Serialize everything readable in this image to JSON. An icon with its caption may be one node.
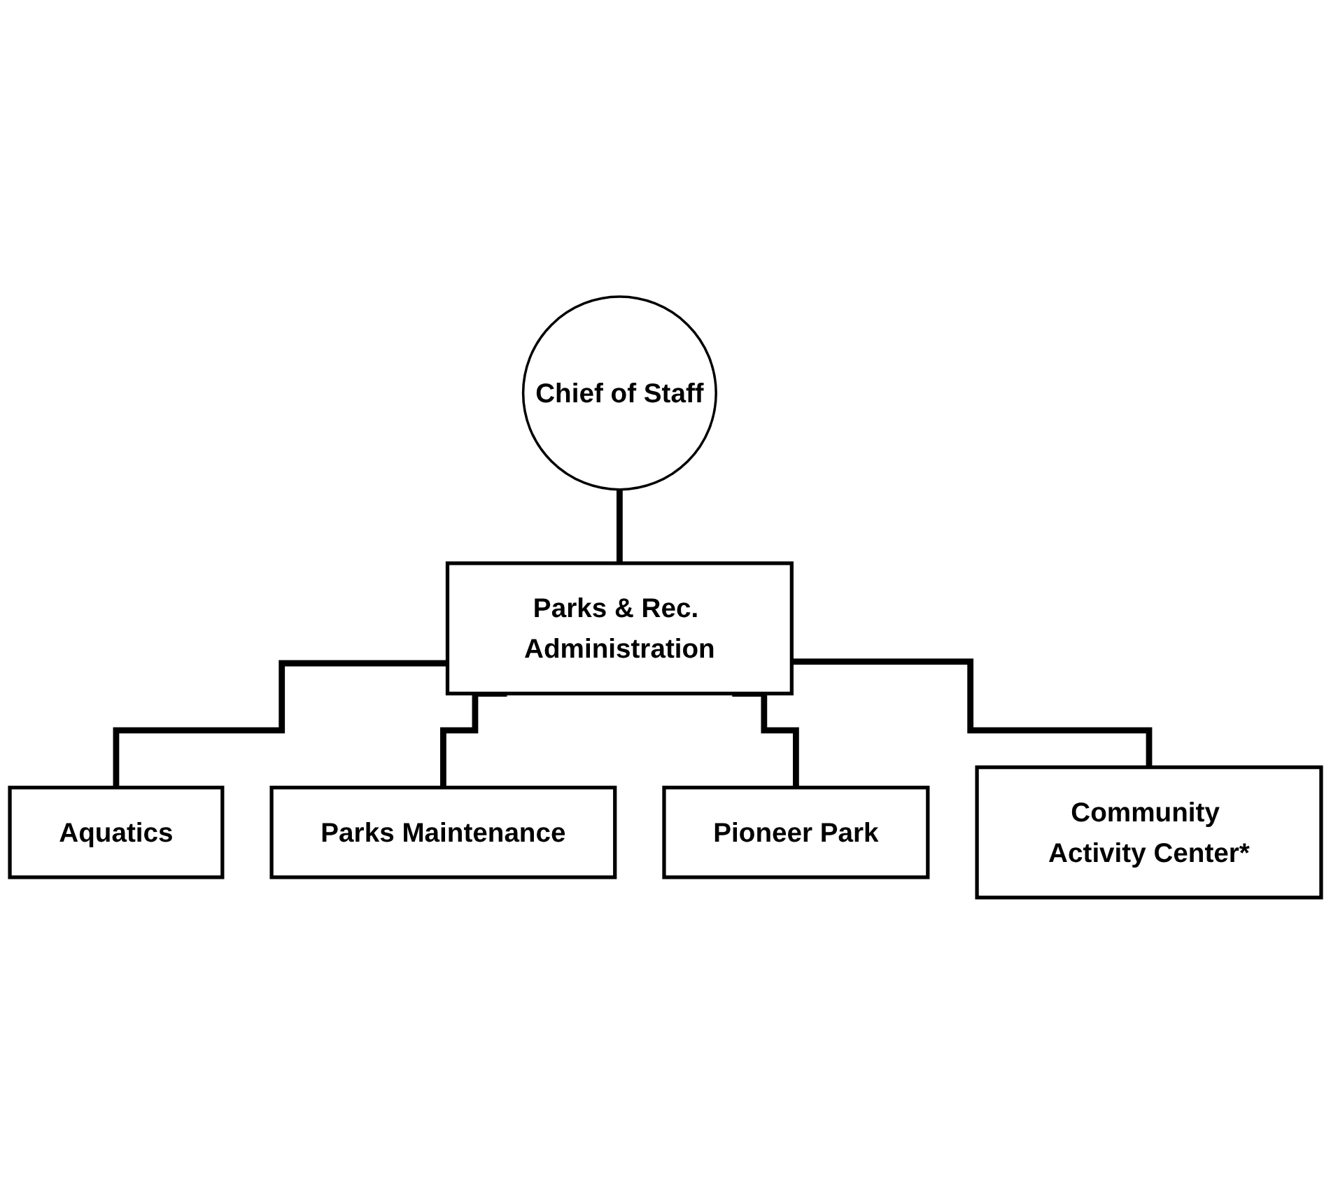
{
  "diagram": {
    "nodes": [
      {
        "text": [
          "Chief of Staff"
        ]
      },
      {
        "text": [
          "Parks & Rec. Administration"
        ]
      },
      {
        "text": [
          "Aquatics"
        ]
      },
      {
        "text": [
          "Parks Maintenance"
        ]
      },
      {
        "text": [
          "Pioneer Park"
        ]
      },
      {
        "text": [
          "Community Activity Center*"
        ]
      }
    ],
    "edges": [
      {
        "from": 0,
        "to": 1,
        "arrow": "none"
      },
      {
        "from": 1,
        "to": 2,
        "arrow": "none"
      },
      {
        "from": 1,
        "to": 3,
        "arrow": "none"
      },
      {
        "from": 1,
        "to": 4,
        "arrow": "none"
      },
      {
        "from": 1,
        "to": 5,
        "arrow": "none"
      }
    ]
  }
}
